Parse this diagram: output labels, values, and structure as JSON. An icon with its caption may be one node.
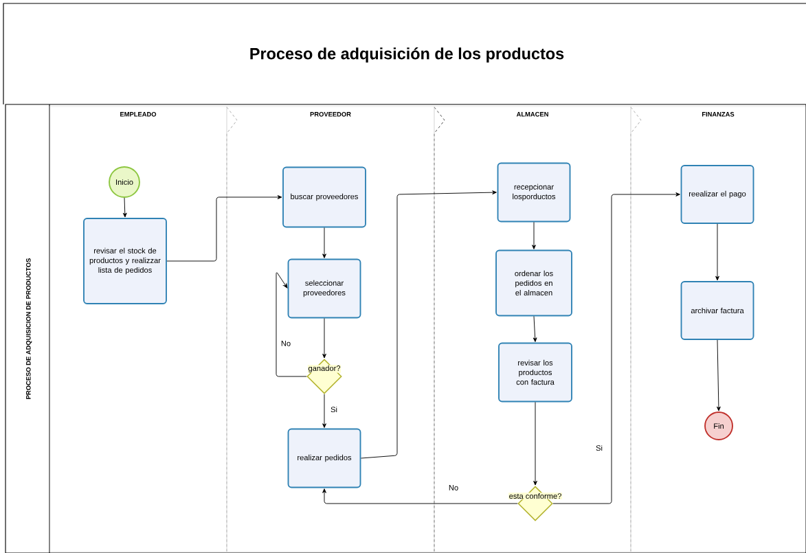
{
  "diagram": {
    "title": "Proceso de adquisición de los productos",
    "nodes": [
      {
        "text": [
          "PROCESO DE ADQUISICION DE PRODUCTOS"
        ]
      },
      {
        "text": [
          "EMPLEADO"
        ],
        "in": 0
      },
      {
        "text": [
          "PROVEEDOR"
        ],
        "in": 0
      },
      {
        "text": [
          "ALMACEN"
        ],
        "in": 0
      },
      {
        "text": [
          "FINANZAS"
        ],
        "in": 0
      },
      {
        "text": [
          "Inicio"
        ],
        "in": 1
      },
      {
        "text": [
          "revisar el stock de productos y realizzar lista de pedidos"
        ],
        "in": 1
      },
      {
        "text": [
          "buscar proveedores"
        ],
        "in": 2
      },
      {
        "text": [
          "seleccionar proveedores"
        ],
        "in": 2
      },
      {
        "text": [
          "ganador?"
        ],
        "in": 2
      },
      {
        "text": [
          "realizar pedidos"
        ],
        "in": 2
      },
      {
        "text": [
          "recepcionar losporductos"
        ],
        "in": 3
      },
      {
        "text": [
          "ordenar los pedidos en el almacen"
        ],
        "in": 3
      },
      {
        "text": [
          "revisar los productos con factura"
        ],
        "in": 3
      },
      {
        "text": [
          "esta conforme?"
        ],
        "in": 3
      },
      {
        "text": [
          "reealizar el pago"
        ],
        "in": 4
      },
      {
        "text": [
          "archivar factura"
        ],
        "in": 4
      },
      {
        "text": [
          "Fin"
        ],
        "in": 4
      }
    ],
    "edges": [
      {
        "from": 5,
        "to": 6,
        "arrow": "to"
      },
      {
        "from": 6,
        "to": 7,
        "arrow": "to"
      },
      {
        "from": 7,
        "to": 8,
        "arrow": "to"
      },
      {
        "from": 8,
        "to": 9,
        "arrow": "to"
      },
      {
        "from": 9,
        "to": 8,
        "arrow": "to",
        "label": "No"
      },
      {
        "from": 9,
        "to": 10,
        "arrow": "to",
        "label": "Si"
      },
      {
        "from": 10,
        "to": 11,
        "arrow": "to"
      },
      {
        "from": 11,
        "to": 12,
        "arrow": "to"
      },
      {
        "from": 12,
        "to": 13,
        "arrow": "to"
      },
      {
        "from": 13,
        "to": 14,
        "arrow": "to"
      },
      {
        "from": 14,
        "to": 10,
        "arrow": "to",
        "label": "No"
      },
      {
        "from": 14,
        "to": 15,
        "arrow": "to",
        "label": "Si"
      },
      {
        "from": 15,
        "to": 16,
        "arrow": "to"
      },
      {
        "from": 16,
        "to": 17,
        "arrow": "to"
      }
    ]
  }
}
